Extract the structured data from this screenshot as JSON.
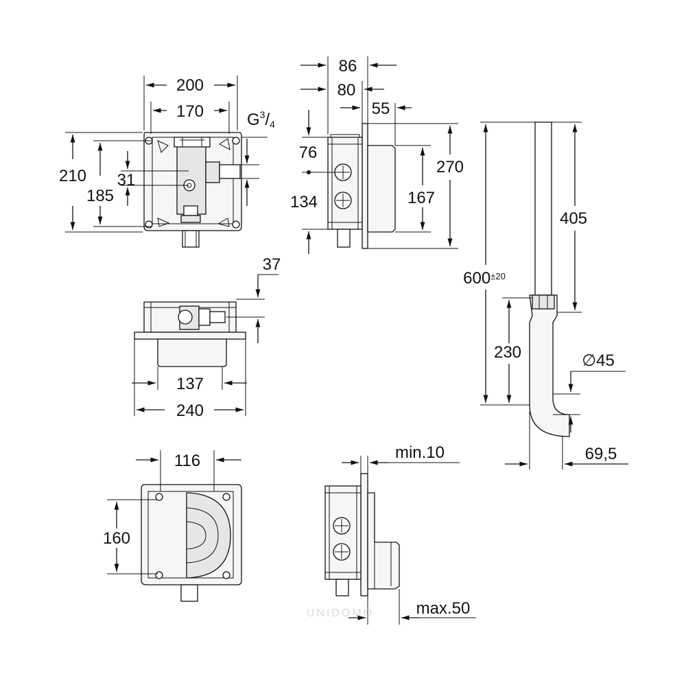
{
  "drawing": {
    "front_view": {
      "width_outer": "200",
      "width_inner": "170",
      "height_outer": "210",
      "height_inner": "185",
      "offset": "31",
      "thread_prefix": "G",
      "thread_num": "3",
      "thread_sep": "/",
      "thread_den": "4"
    },
    "side_view": {
      "depth_total": "86",
      "depth_body": "80",
      "depth_panel": "55",
      "spacing_top": "76",
      "spacing_bottom": "134",
      "height_panel": "270",
      "height_inner": "167"
    },
    "top_view": {
      "offset": "37",
      "inner_width": "137",
      "outer_width": "240"
    },
    "pipe_view": {
      "total_length": "600",
      "total_tolerance": "±20",
      "upper_length": "405",
      "lower_length": "230",
      "diameter": "∅45",
      "projection": "69,5"
    },
    "back_view": {
      "width": "116",
      "height": "160"
    },
    "installed_view": {
      "min_label": "min.10",
      "max_label": "max.50"
    },
    "watermark": "UNIDOMO"
  }
}
